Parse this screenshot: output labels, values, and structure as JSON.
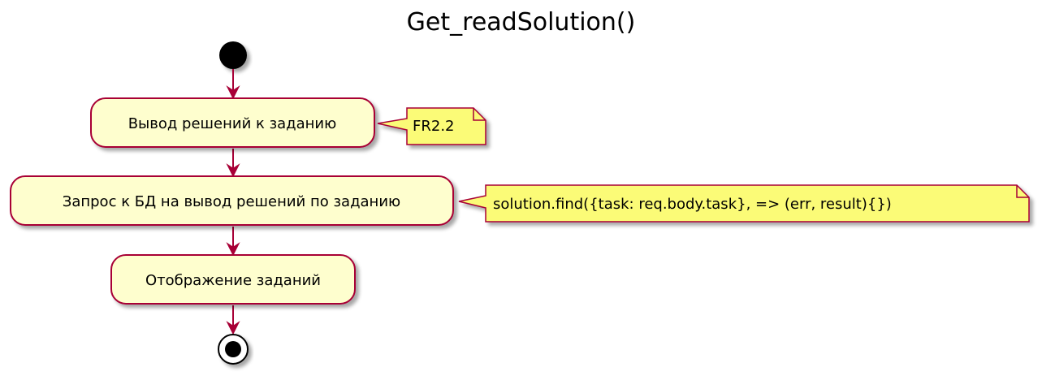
{
  "title": "Get_readSolution()",
  "activities": [
    {
      "label": "Вывод решений к заданию"
    },
    {
      "label": "Запрос к БД на вывод решений по заданию"
    },
    {
      "label": "Отображение заданий"
    }
  ],
  "notes": [
    {
      "text": "FR2.2"
    },
    {
      "text": "solution.find({task: req.body.task}, => (err, result){})"
    }
  ],
  "colors": {
    "activity_fill": "#FEFECE",
    "activity_border": "#A80036",
    "arrow": "#A80036",
    "note_fill": "#FBFB77",
    "note_border": "#A80036"
  }
}
